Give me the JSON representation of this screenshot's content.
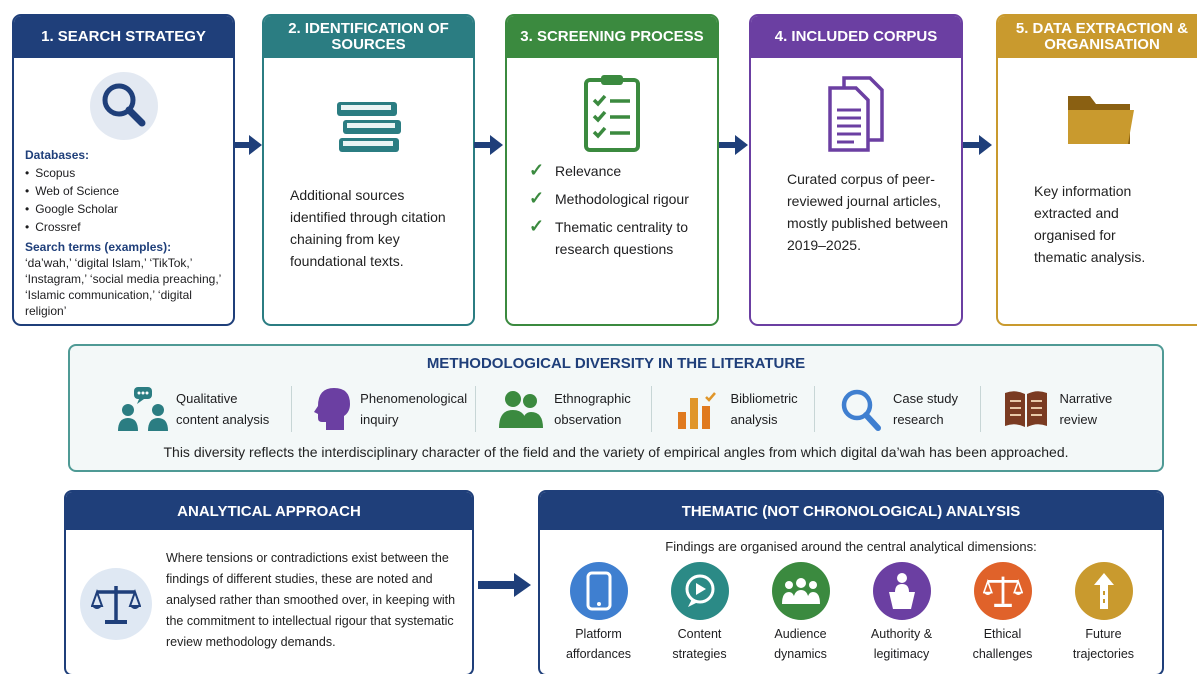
{
  "steps": {
    "s1": {
      "title": "1. SEARCH STRATEGY",
      "databases_title": "Databases:",
      "databases": [
        "Scopus",
        "Web of Science",
        "Google Scholar",
        "Crossref"
      ],
      "search_terms_title": "Search terms (examples):",
      "search_terms": "‘da’wah,’ ‘digital Islam,’ ‘TikTok,’ ‘Instagram,’ ‘social media preaching,’ ‘Islamic communication,’ ‘digital religion’",
      "color": "#1f3f7a",
      "icon": "magnifier-icon"
    },
    "s2": {
      "title": "2. IDENTIFICATION OF SOURCES",
      "text": "Additional sources identified through citation chaining from key foundational texts.",
      "color": "#2b7d82",
      "icon": "books-icon"
    },
    "s3": {
      "title": "3. SCREENING PROCESS",
      "criteria": [
        "Relevance",
        "Methodological rigour",
        "Thematic centrality to research questions"
      ],
      "color": "#3b8a3f",
      "icon": "clipboard-checklist-icon"
    },
    "s4": {
      "title": "4. INCLUDED CORPUS",
      "text": "Curated corpus of peer-reviewed journal articles, mostly published between 2019–2025.",
      "color": "#6b3fa2",
      "icon": "documents-icon"
    },
    "s5": {
      "title": "5. DATA EXTRACTION & ORGANISATION",
      "text": "Key information extracted and organised for thematic analysis.",
      "color": "#c99a2e",
      "icon": "folder-icon"
    }
  },
  "diversity": {
    "title": "METHODOLOGICAL DIVERSITY IN THE LITERATURE",
    "methods": [
      {
        "line1": "Qualitative",
        "line2": "content analysis",
        "icon": "people-discussion-icon"
      },
      {
        "line1": "Phenomenological",
        "line2": "inquiry",
        "icon": "head-profile-icon"
      },
      {
        "line1": "Ethnographic",
        "line2": "observation",
        "icon": "group-people-icon"
      },
      {
        "line1": "Bibliometric",
        "line2": "analysis",
        "icon": "bar-chart-icon"
      },
      {
        "line1": "Case study",
        "line2": "research",
        "icon": "magnifier-icon"
      },
      {
        "line1": "Narrative",
        "line2": "review",
        "icon": "open-book-icon"
      }
    ],
    "note": "This diversity reflects the interdisciplinary character of the field and the variety of empirical angles from which digital da’wah has been approached."
  },
  "approach": {
    "title": "ANALYTICAL APPROACH",
    "text": "Where tensions or contradictions exist between the findings of different studies, these are noted and analysed rather than smoothed over, in keeping with the commitment to intellectual rigour that systematic review methodology demands.",
    "icon": "scales-icon"
  },
  "thematic": {
    "title": "THEMATIC (NOT CHRONOLOGICAL) ANALYSIS",
    "intro": "Findings are organised around the central analytical dimensions:",
    "dimensions": [
      {
        "label": "Platform\naffordances",
        "color": "#3f7fd0",
        "icon": "smartphone-icon"
      },
      {
        "label": "Content\nstrategies",
        "color": "#2b8a86",
        "icon": "play-bubble-icon"
      },
      {
        "label": "Audience\ndynamics",
        "color": "#3b8a3f",
        "icon": "audience-icon"
      },
      {
        "label": "Authority &\nlegitimacy",
        "color": "#6b3fa2",
        "icon": "podium-speaker-icon"
      },
      {
        "label": "Ethical\nchallenges",
        "color": "#e0622a",
        "icon": "scales-icon"
      },
      {
        "label": "Future\ntrajectories",
        "color": "#c99a2e",
        "icon": "road-arrow-icon"
      }
    ]
  }
}
